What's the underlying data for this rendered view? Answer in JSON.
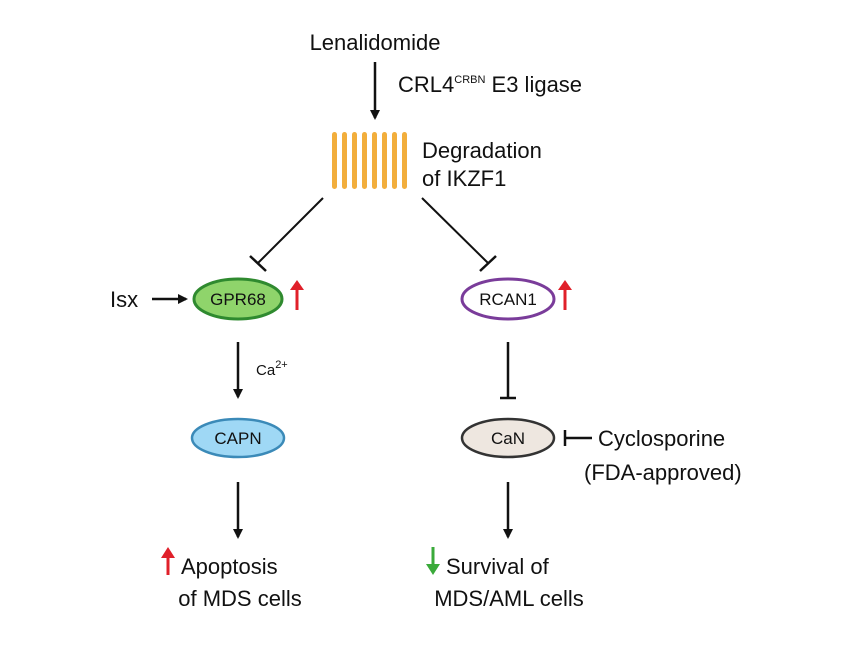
{
  "drug": "Lenalidomide",
  "ligase": {
    "main": "CRL4",
    "sup": "CRBN",
    "suffix": " E3 ligase"
  },
  "degradation": {
    "line1": "Degradation",
    "line2": "of IKZF1"
  },
  "left": {
    "input": "Isx",
    "receptor": "GPR68",
    "messenger": {
      "main": "Ca",
      "sup": "2+"
    },
    "enzyme": "CAPN",
    "outcome_line1": "Apoptosis",
    "outcome_line2": "of MDS cells"
  },
  "right": {
    "regulator": "RCAN1",
    "target": "CaN",
    "inhibitor_line1": "Cyclosporine",
    "inhibitor_line2": "(FDA-approved)",
    "outcome_line1": "Survival of",
    "outcome_line2": "MDS/AML cells"
  },
  "colors": {
    "bars": "#f2ae3c",
    "gpr68_fill": "#8fd46b",
    "gpr68_stroke": "#2f8a2f",
    "rcan1_fill": "#ffffff",
    "rcan1_stroke": "#7a3c9a",
    "capn_fill": "#9fd8f5",
    "capn_stroke": "#3b8ab8",
    "can_fill": "#eee7e0",
    "can_stroke": "#333333",
    "up_arrow": "#e0202a",
    "down_arrow": "#3aaa3a"
  }
}
